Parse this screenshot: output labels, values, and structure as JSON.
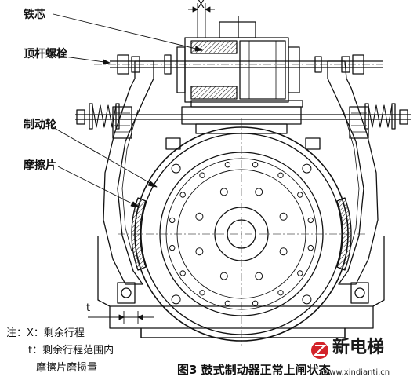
{
  "labels": {
    "iron_core": "铁芯",
    "ejector_bolt": "顶杆螺栓",
    "brake_wheel": "制动轮",
    "friction_pad": "摩擦片"
  },
  "dimensions": {
    "x": "X",
    "t": "t"
  },
  "notes": {
    "line1": "注：X：剩余行程",
    "line2": "t：剩余行程范围内",
    "line3": "摩擦片磨损量"
  },
  "caption": "图3 鼓式制动器正常上闸状态",
  "watermark": {
    "name": "新电梯",
    "url": "www.xindianti.cn",
    "accent_color": "#d3232a"
  }
}
